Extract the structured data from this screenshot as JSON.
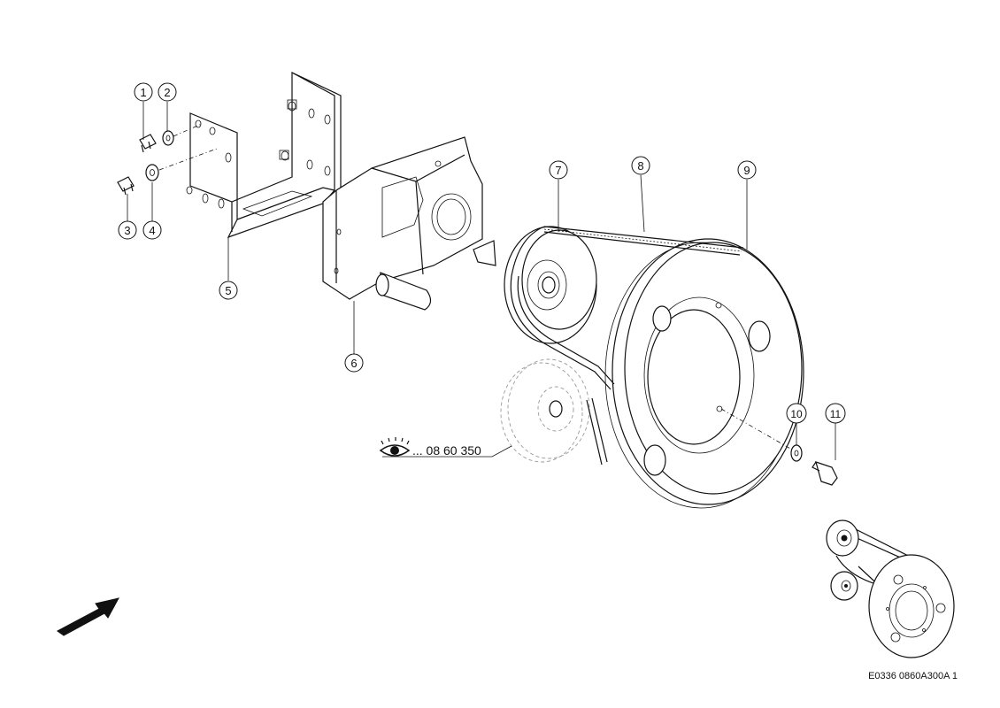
{
  "callouts": [
    {
      "label": "1"
    },
    {
      "label": "2"
    },
    {
      "label": "3"
    },
    {
      "label": "4"
    },
    {
      "label": "5"
    },
    {
      "label": "6"
    },
    {
      "label": "7"
    },
    {
      "label": "8"
    },
    {
      "label": "9"
    },
    {
      "label": "10"
    },
    {
      "label": "11"
    }
  ],
  "reference": {
    "text": "... 08 60 350",
    "icon": "eye-icon"
  },
  "drawing_code": "E0336 0860A300A 1",
  "colors": {
    "line": "#111111",
    "background": "#ffffff",
    "ghost": "#999999"
  }
}
